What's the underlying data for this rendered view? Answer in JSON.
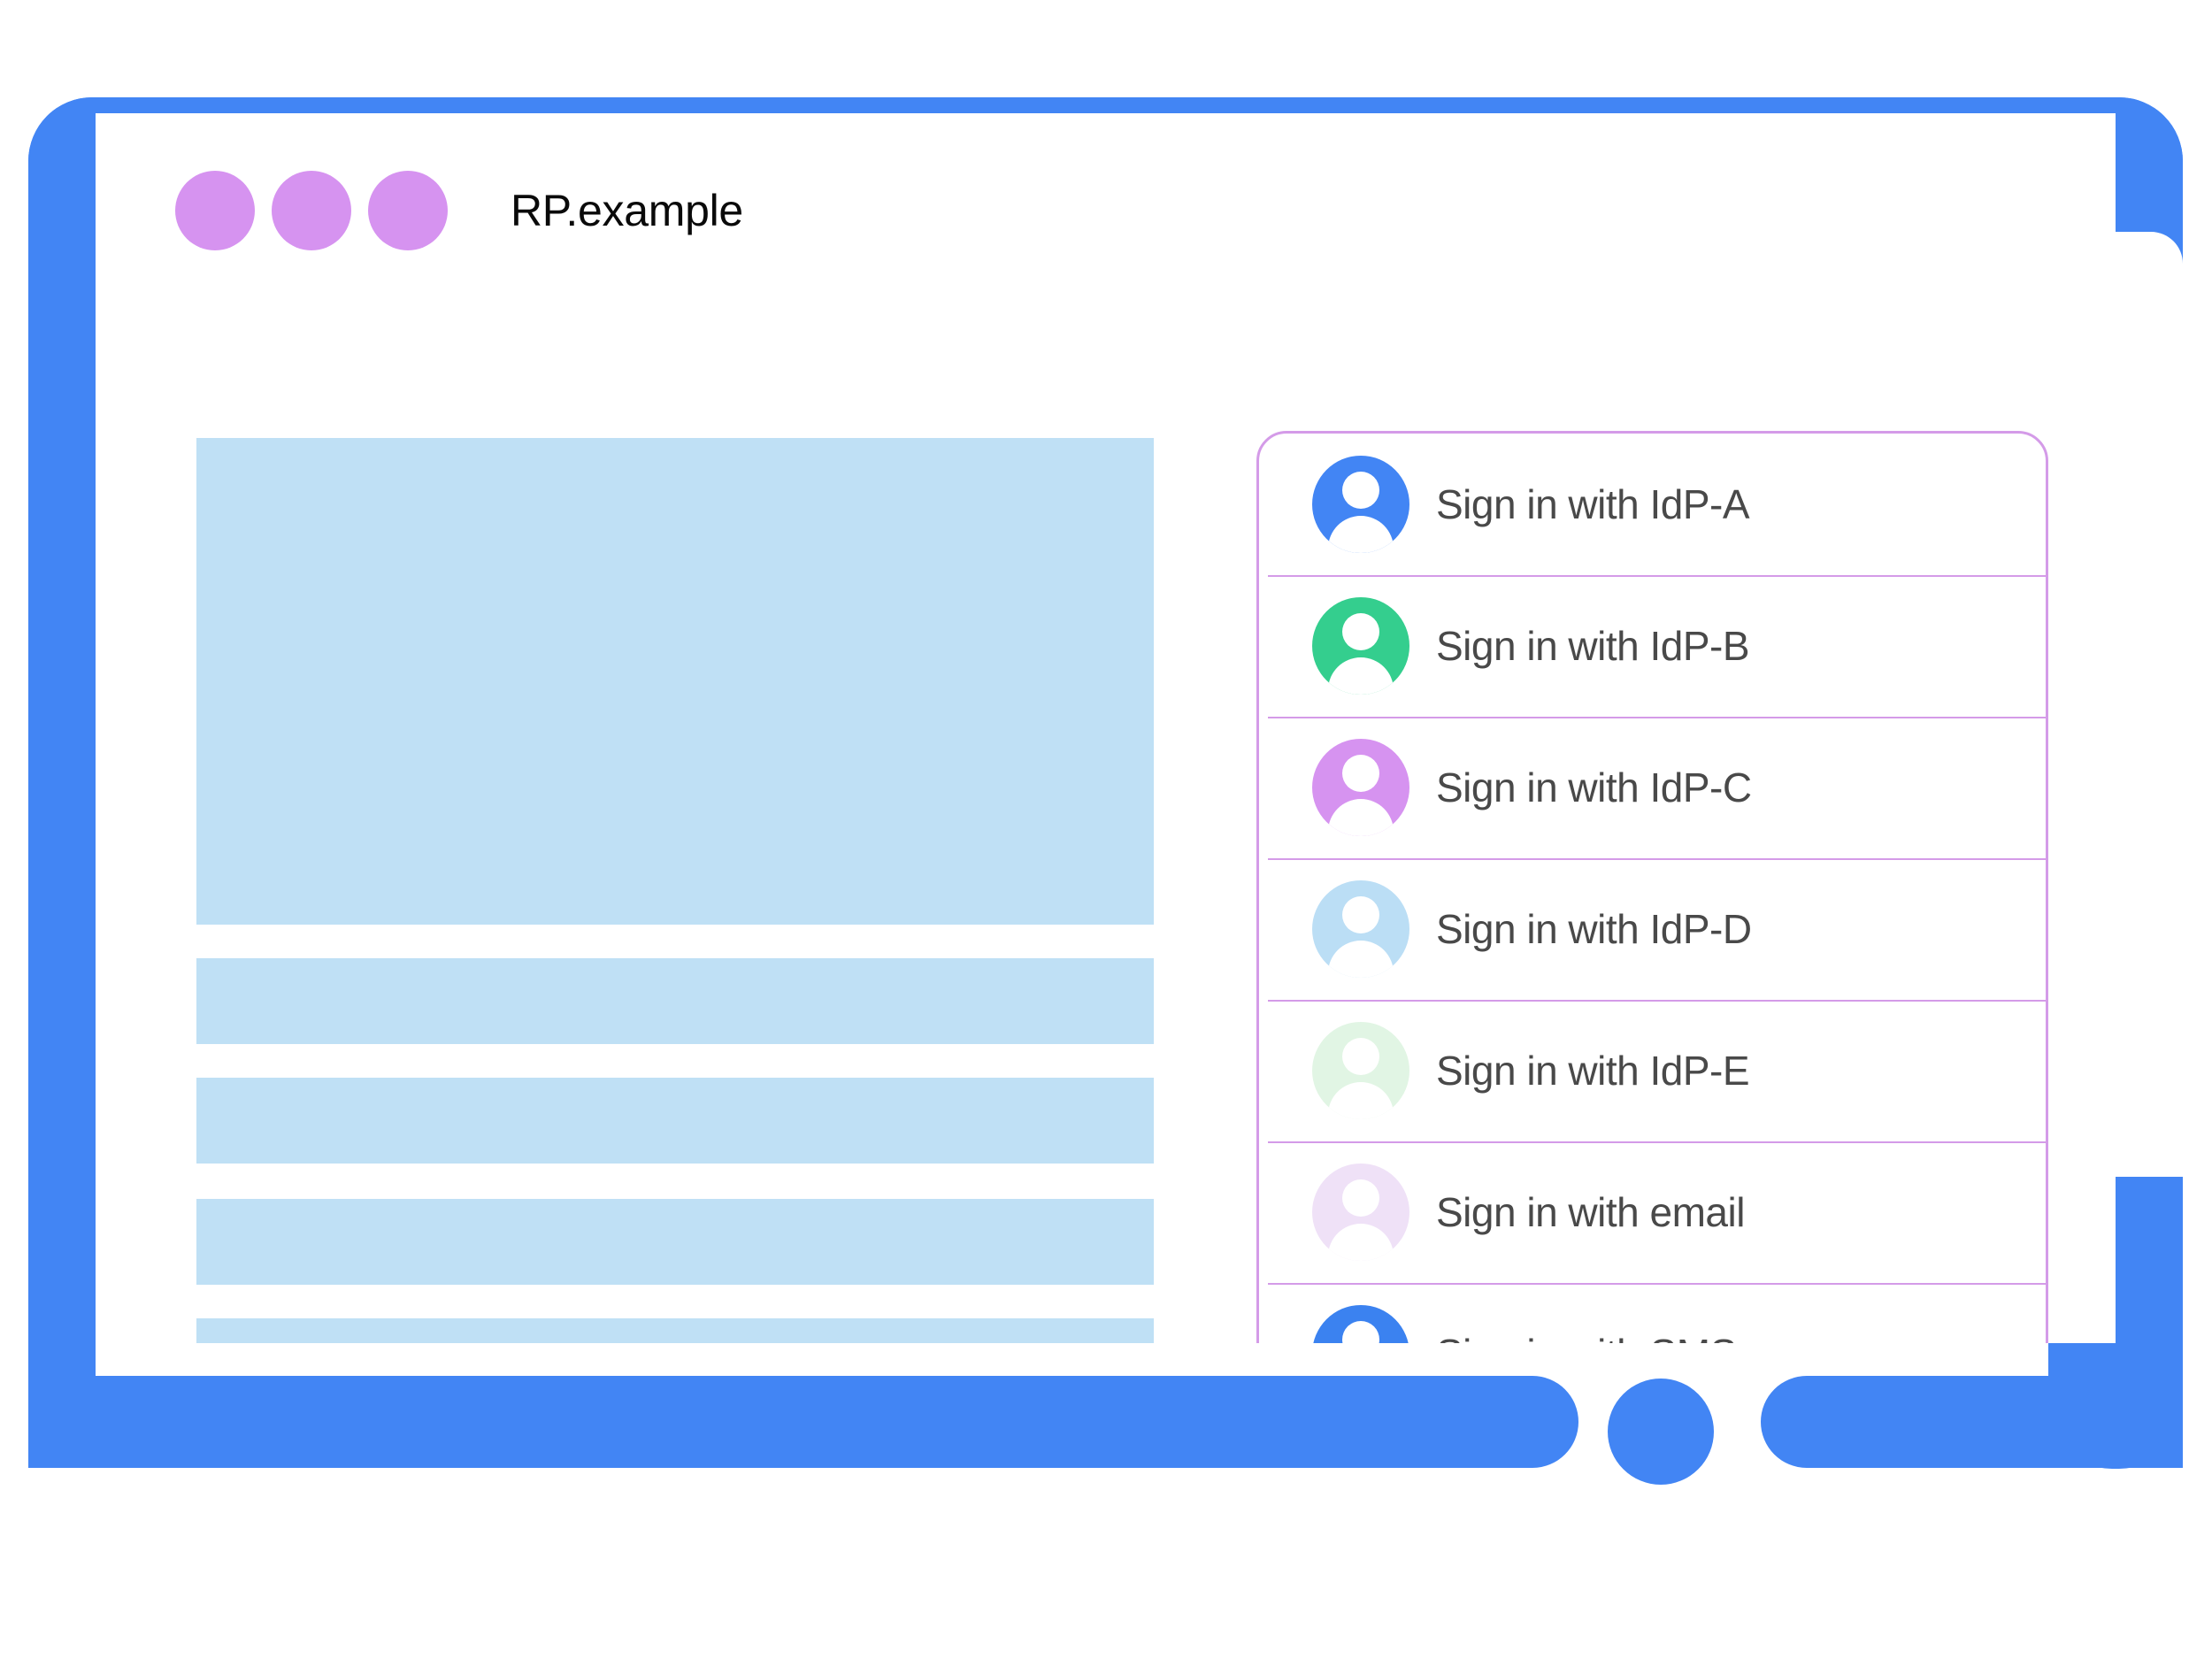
{
  "window": {
    "title": "RP.example",
    "dots": [
      "window-dot-1",
      "window-dot-2",
      "window-dot-3"
    ],
    "frame_color": "#4285F4",
    "dot_color": "#D693F0"
  },
  "content": {
    "placeholder_color": "#BFE0F5",
    "blocks": [
      {
        "name": "hero-placeholder"
      },
      {
        "name": "text-placeholder-1"
      },
      {
        "name": "text-placeholder-2"
      },
      {
        "name": "text-placeholder-3"
      },
      {
        "name": "text-placeholder-4"
      }
    ]
  },
  "signin_panel": {
    "border_color": "#D49BE8",
    "label_color": "#494949",
    "options": [
      {
        "label": "Sign in with IdP-A",
        "icon": "account-avatar-icon",
        "avatar_color": "#4285F4"
      },
      {
        "label": "Sign in with IdP-B",
        "icon": "account-avatar-icon",
        "avatar_color": "#34CE8E"
      },
      {
        "label": "Sign in with IdP-C",
        "icon": "account-avatar-icon",
        "avatar_color": "#D693F0"
      },
      {
        "label": "Sign in with IdP-D",
        "icon": "account-avatar-icon",
        "avatar_color": "#BBDEF5"
      },
      {
        "label": "Sign in with IdP-E",
        "icon": "account-avatar-icon",
        "avatar_color": "#E1F5E4"
      },
      {
        "label": "Sign in with email",
        "icon": "account-avatar-icon",
        "avatar_color": "#EFE1F7"
      },
      {
        "label": "Sign in with SMS",
        "icon": "account-avatar-icon",
        "avatar_color": "#3B82F0"
      }
    ]
  },
  "device": {
    "home_button": "home-button"
  }
}
